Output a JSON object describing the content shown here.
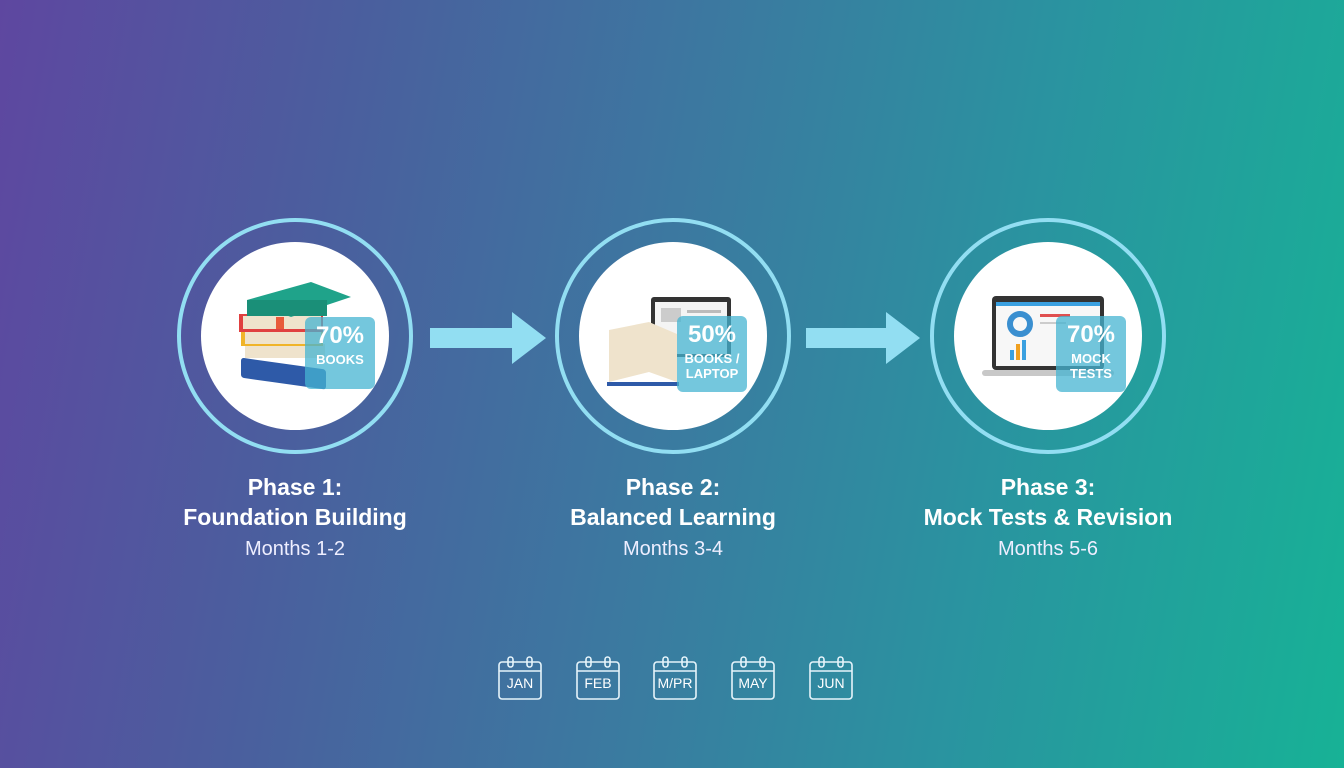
{
  "phases": [
    {
      "heading": "Phase 1:",
      "title": "Foundation Building",
      "months": "Months 1-2",
      "percent": "70%",
      "label": "BOOKS",
      "icon": "books-stack-icon"
    },
    {
      "heading": "Phase 2:",
      "title": "Balanced Learning",
      "months": "Months 3-4",
      "percent": "50%",
      "label": "BOOKS / LAPTOP",
      "icon": "book-laptop-icon"
    },
    {
      "heading": "Phase 3:",
      "title": "Mock Tests & Revision",
      "months": "Months 5-6",
      "percent": "70%",
      "label": "MOCK TESTS",
      "icon": "laptop-chart-icon"
    }
  ],
  "calendar": [
    "JAN",
    "FEB",
    "M/PR",
    "MAY",
    "JUN"
  ],
  "colors": {
    "ring": "#92def2",
    "arrow": "#92def2",
    "badge": "#46b4d2"
  }
}
